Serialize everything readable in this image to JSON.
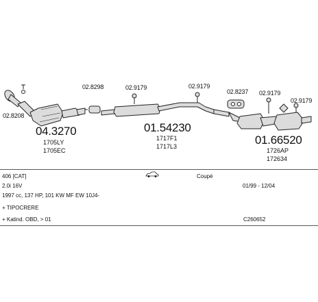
{
  "parts": {
    "p_028208": "02.8208",
    "p_028298": "02.8298",
    "p_029179_a": "02.9179",
    "p_029179_b": "02.9179",
    "p_028237": "02.8237",
    "p_029179_c": "02.9179",
    "p_029179_d": "02.9179",
    "main_1": "04.3270",
    "main_1_ref1": "1705LY",
    "main_1_ref2": "1705EC",
    "main_2": "01.54230",
    "main_2_ref1": "1717F1",
    "main_2_ref2": "1717L3",
    "main_3": "01.66520",
    "main_3_ref1": "1726AP",
    "main_3_ref2": "172634"
  },
  "info": {
    "model": "406 [CAT]",
    "body": "Coupé",
    "engine": "2.0i 16V",
    "years": "01/99 - 12/04",
    "specs": "1997 cc, 137 HP, 101 KW MF EW 10J4-",
    "line4": "+ TIPOCRERE",
    "catalyst": "+ Katind. OBD, > 01",
    "code": "C260652"
  },
  "colors": {
    "line": "#222222",
    "fill": "#d8d8d8",
    "text": "#111111"
  },
  "icons": {
    "car": "car-coupe-icon"
  }
}
